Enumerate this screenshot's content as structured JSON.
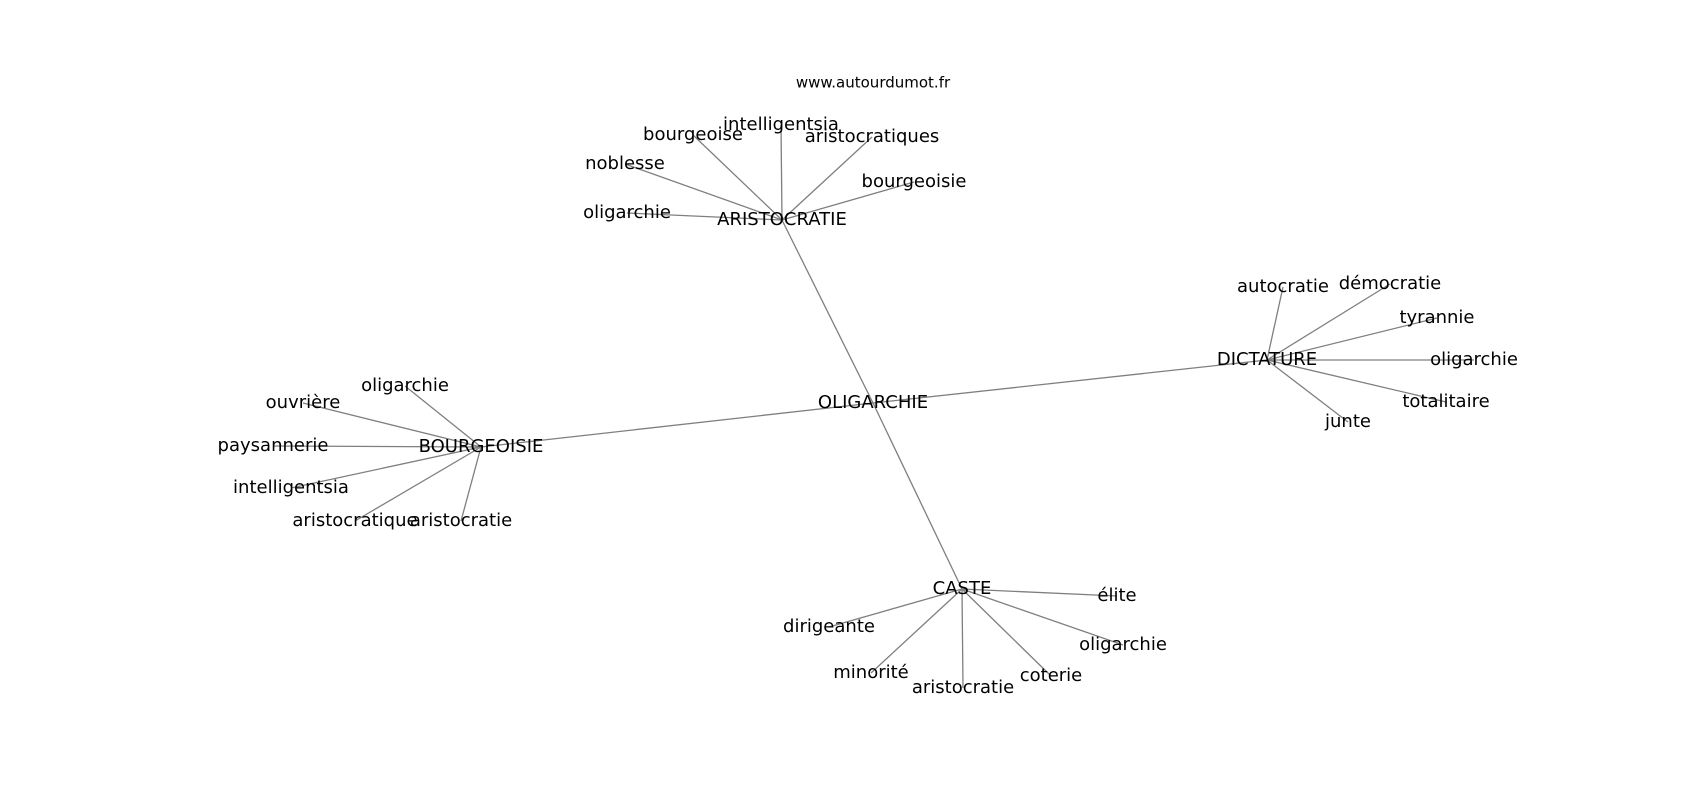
{
  "source": "www.autourdumot.fr",
  "center": "OLIGARCHIE",
  "colors": {
    "edge": "#7f7f7f",
    "text": "#000000",
    "background": "#ffffff"
  },
  "hubs": [
    {
      "id": "aristocratie",
      "label": "ARISTOCRATIE",
      "leaves": [
        "intelligentsia",
        "bourgeoise",
        "aristocratiques",
        "noblesse",
        "bourgeoisie",
        "oligarchie"
      ]
    },
    {
      "id": "dictature",
      "label": "DICTATURE",
      "leaves": [
        "autocratie",
        "démocratie",
        "tyrannie",
        "oligarchie",
        "totalitaire",
        "junte"
      ]
    },
    {
      "id": "bourgeoisie",
      "label": "BOURGEOISIE",
      "leaves": [
        "oligarchie",
        "ouvrière",
        "paysannerie",
        "intelligentsia",
        "aristocratique",
        "aristocratie"
      ]
    },
    {
      "id": "caste",
      "label": "CASTE",
      "leaves": [
        "élite",
        "dirigeante",
        "oligarchie",
        "minorité",
        "aristocratie",
        "coterie"
      ]
    }
  ]
}
